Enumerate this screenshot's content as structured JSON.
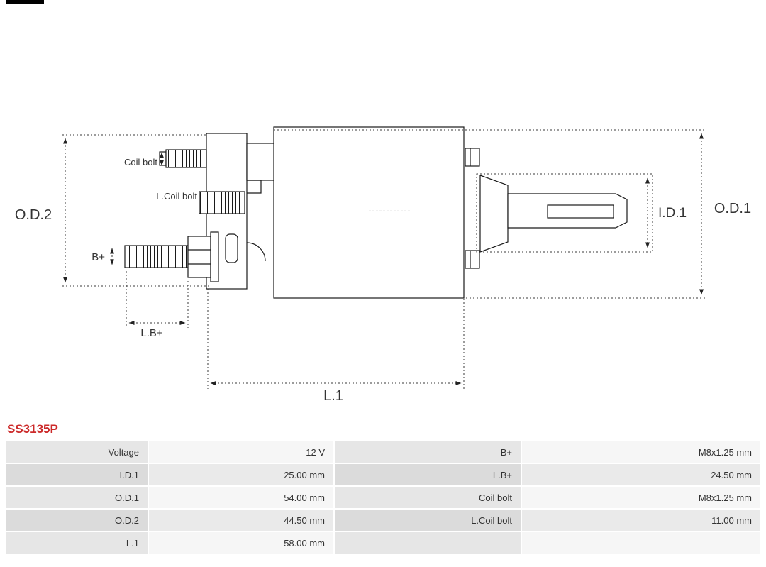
{
  "part": {
    "number": "SS3135P",
    "accent_color": "#cc2a2a"
  },
  "diagram": {
    "labels": {
      "od2": "O.D.2",
      "od1": "O.D.1",
      "id1": "I.D.1",
      "l1": "L.1",
      "lbplus": "L.B+",
      "bplus": "B+",
      "coil_bolt": "Coil bolt",
      "l_coil_bolt": "L.Coil bolt"
    }
  },
  "spec_table": {
    "rows": [
      [
        "Voltage",
        "12 V",
        "B+",
        "M8x1.25 mm"
      ],
      [
        "I.D.1",
        "25.00 mm",
        "L.B+",
        "24.50 mm"
      ],
      [
        "O.D.1",
        "54.00 mm",
        "Coil bolt",
        "M8x1.25 mm"
      ],
      [
        "O.D.2",
        "44.50 mm",
        "L.Coil bolt",
        "11.00 mm"
      ],
      [
        "L.1",
        "58.00 mm",
        "",
        ""
      ]
    ]
  }
}
